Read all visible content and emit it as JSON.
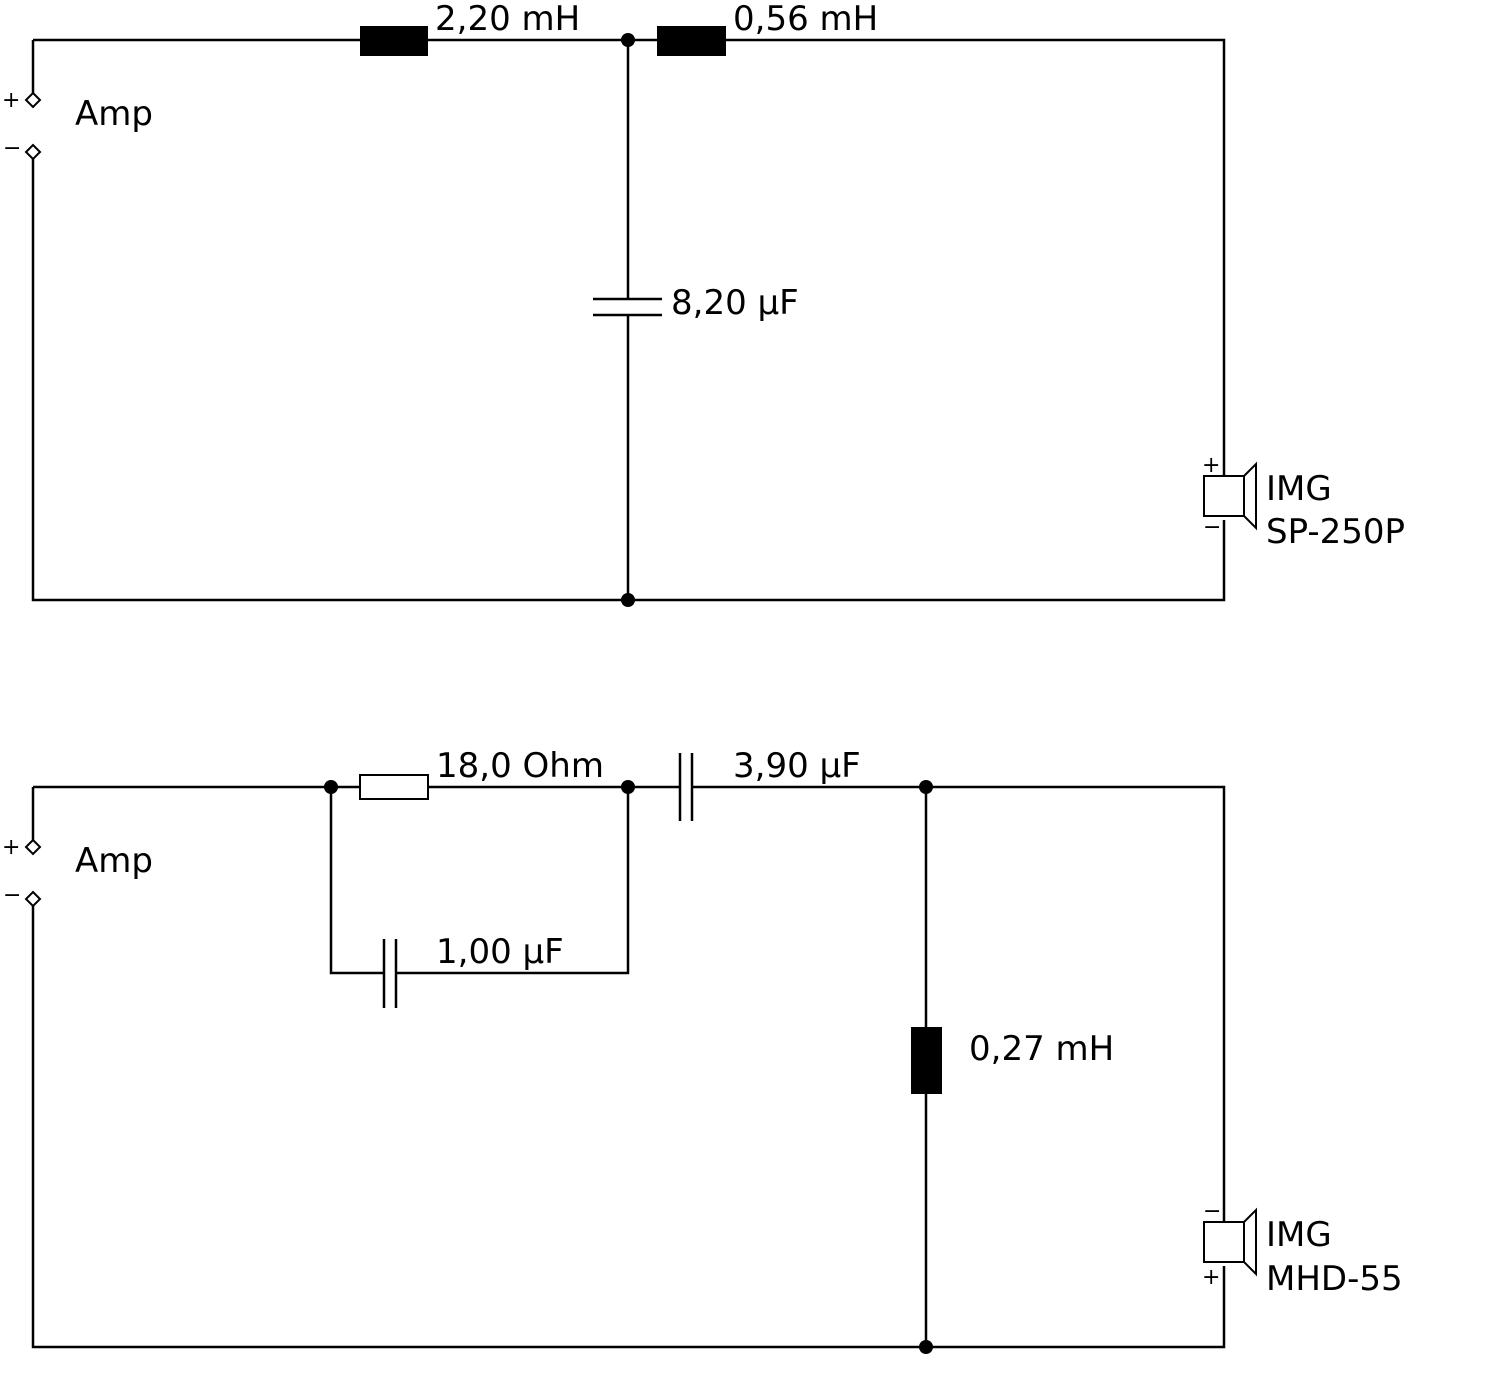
{
  "circuits": [
    {
      "amp_label": "Amp",
      "amp_plus": "+",
      "amp_minus": "−",
      "series_l1": "2,20 mH",
      "series_l2": "0,56 mH",
      "shunt_c": "8,20 µF",
      "speaker_brand": "IMG",
      "speaker_model": "SP-250P",
      "speaker_top_sign": "+",
      "speaker_bottom_sign": "−"
    },
    {
      "amp_label": "Amp",
      "amp_plus": "+",
      "amp_minus": "−",
      "series_r": "18,0 Ohm",
      "parallel_c": "1,00 µF",
      "series_c": "3,90 µF",
      "shunt_l": "0,27 mH",
      "speaker_brand": "IMG",
      "speaker_model": "MHD-55",
      "speaker_top_sign": "−",
      "speaker_bottom_sign": "+"
    }
  ]
}
